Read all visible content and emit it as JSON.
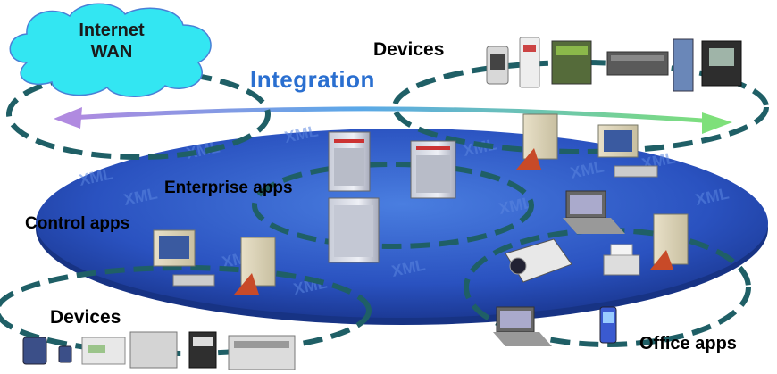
{
  "cloud": {
    "line1": "Internet",
    "line2": "WAN"
  },
  "labels": {
    "integration": "Integration",
    "devices_top": "Devices",
    "devices_bottom": "Devices",
    "enterprise_apps": "Enterprise apps",
    "control_apps": "Control apps",
    "office_apps": "Office apps"
  },
  "watermark_text": "XML",
  "colors": {
    "platform_dark": "#1f3e9e",
    "platform_light": "#3f6fd8",
    "dashed_ring": "#1f5f66",
    "cloud_fill": "#33e6f2",
    "integration_text": "#2a6fd0"
  }
}
